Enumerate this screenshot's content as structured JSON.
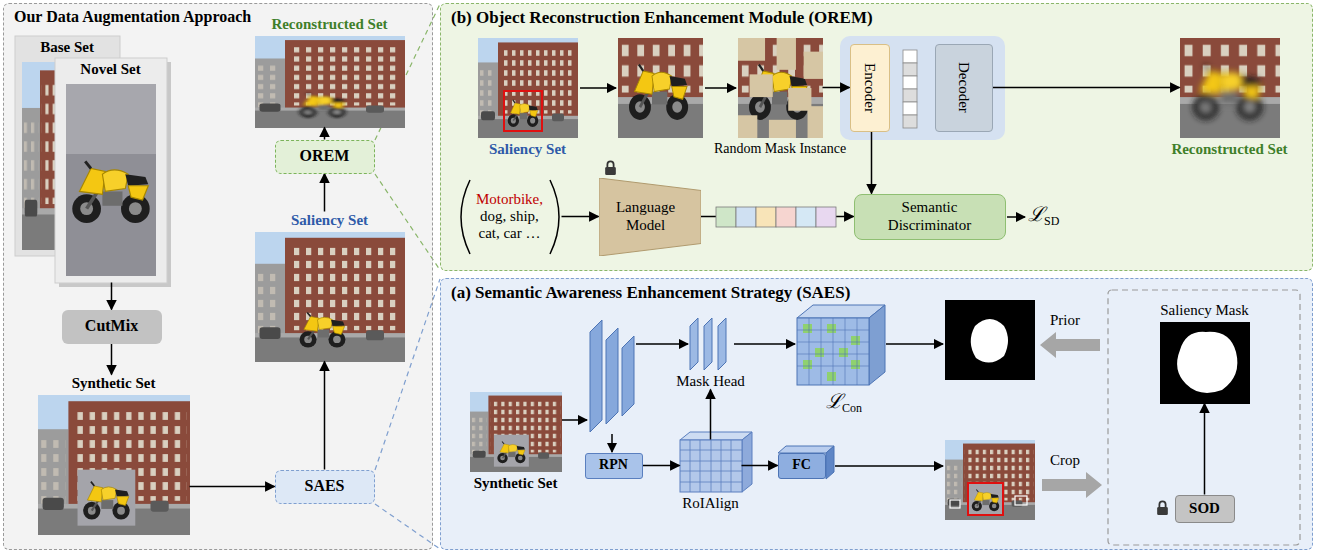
{
  "diagram": {
    "nodes": [
      {
        "text": [
          "Our Data Augmentation Approach"
        ]
      },
      {
        "text": [
          "Base Set"
        ],
        "in": 0
      },
      {
        "text": [
          "Novel Set"
        ],
        "in": 0
      },
      {
        "text": [
          "Reconstructed Set"
        ],
        "in": 0
      },
      {
        "text": [
          "CutMix"
        ],
        "in": 0
      },
      {
        "text": [
          "Synthetic Set"
        ],
        "in": 0
      },
      {
        "text": [
          "OREM"
        ],
        "in": 0
      },
      {
        "text": [
          "Saliency Set"
        ],
        "in": 0
      },
      {
        "text": [
          "SAES"
        ],
        "in": 0
      },
      {
        "text": [
          "(b) Object Reconstruction Enhancement Module (OREM)"
        ]
      },
      {
        "text": [
          "Saliency Set"
        ],
        "in": 9
      },
      {
        "text": [
          "Random Mask Instance"
        ],
        "in": 9
      },
      {
        "text": [
          "Encoder"
        ],
        "in": 9
      },
      {
        "text": [
          "Decoder"
        ],
        "in": 9
      },
      {
        "text": [
          "Reconstructed Set"
        ],
        "in": 9
      },
      {
        "text": [
          "Motorbike,",
          "dog, ship, cat, car …"
        ],
        "in": 9
      },
      {
        "text": [
          "Language Model"
        ],
        "in": 9
      },
      {
        "text": [
          "Semantic Discriminator"
        ],
        "in": 9
      },
      {
        "text": [
          "(a) Semantic Awareness Enhancement Strategy (SAES)"
        ]
      },
      {
        "text": [
          "Synthetic Set"
        ],
        "in": 18
      },
      {
        "text": [
          "RPN"
        ],
        "in": 18
      },
      {
        "text": [
          "Mask Head"
        ],
        "in": 18
      },
      {
        "text": [
          "RoIAlign"
        ],
        "in": 18
      },
      {
        "text": [
          "FC"
        ],
        "in": 18
      },
      {
        "text": [
          "Saliency Mask"
        ],
        "in": 18
      },
      {
        "text": [
          "SOD"
        ],
        "in": 18
      }
    ],
    "edges": [
      {
        "from": 2,
        "to": 4,
        "arrow": "to"
      },
      {
        "from": 4,
        "to": 5,
        "arrow": "to"
      },
      {
        "from": 5,
        "to": 8,
        "arrow": "to"
      },
      {
        "from": 8,
        "to": 7,
        "arrow": "to"
      },
      {
        "from": 7,
        "to": 6,
        "arrow": "to"
      },
      {
        "from": 6,
        "to": 3,
        "arrow": "to"
      },
      {
        "from": 11,
        "to": 12,
        "arrow": "to"
      },
      {
        "from": 13,
        "to": 14,
        "arrow": "to"
      },
      {
        "from": 15,
        "to": 16,
        "arrow": "to"
      },
      {
        "from": 16,
        "to": 17,
        "arrow": "to"
      },
      {
        "from": 12,
        "to": 17,
        "arrow": "to"
      },
      {
        "from": 20,
        "to": 22,
        "arrow": "to"
      },
      {
        "from": 22,
        "to": 21,
        "arrow": "to"
      },
      {
        "from": 22,
        "to": 23,
        "arrow": "to"
      },
      {
        "from": 25,
        "to": 24,
        "arrow": "to"
      }
    ],
    "labels": [
      "ℒ",
      "SD",
      "ℒ",
      "Con",
      "Prior",
      "Crop"
    ]
  }
}
